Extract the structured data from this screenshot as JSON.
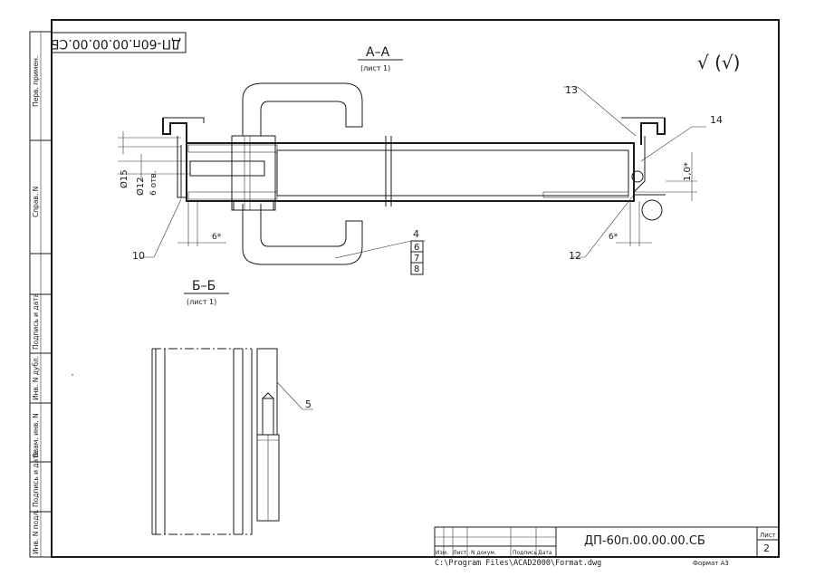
{
  "mirrored_code": "ДП-60п.00.00.00.СБ",
  "margin_labels": {
    "perv_primen": "Перв. примен.",
    "sprav_n": "Справ. N",
    "podp_data_1": "Подпись и дата",
    "inv_dubl": "Инв. N дубл.",
    "vzam_inv": "Взам. инв. N",
    "podp_data_2": "Подпись и дата",
    "inv_podl": "Инв. N подл."
  },
  "section_aa": {
    "title": "А–А",
    "subtitle": "(лист 1)"
  },
  "section_bb": {
    "title": "Б–Б",
    "subtitle": "(лист 1)"
  },
  "roughness_mark": "√ (√)",
  "callouts": {
    "c4": "4",
    "c6": "6",
    "c7": "7",
    "c8": "8",
    "c5": "5",
    "c10": "10",
    "c12": "12",
    "c13": "13",
    "c14": "14"
  },
  "dimensions": {
    "d15": "Ø15",
    "d12": "Ø12",
    "holes": "6 отв.",
    "six_left": "6*",
    "six_right": "6*",
    "one_zero": "1,0*"
  },
  "title_block": {
    "headers": [
      "Изм.",
      "Лист",
      "N докум.",
      "Подпись",
      "Дата"
    ],
    "code": "ДП-60п.00.00.00.СБ",
    "sheet_label": "Лист",
    "sheet_number": "2"
  },
  "footer": {
    "path": "C:\\Program Files\\ACAD2000\\Format.dwg",
    "format": "Формат А3"
  }
}
